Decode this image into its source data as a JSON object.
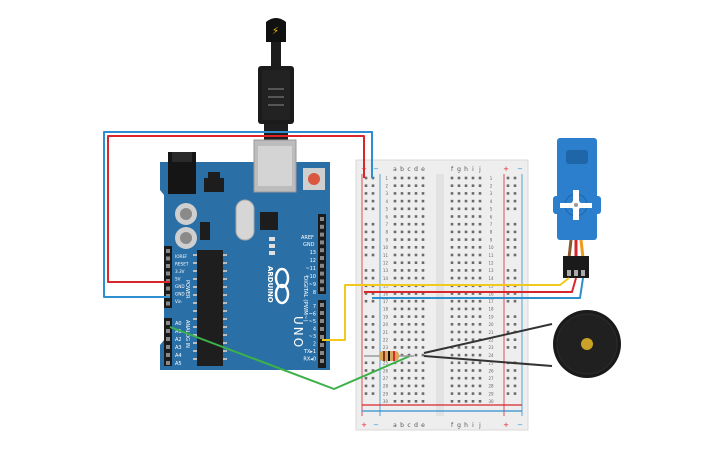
{
  "arduino": {
    "logo_text": "UNO",
    "brand_text": "ARDUINO",
    "digital_header": "DIGITAL (PWM~)",
    "power_header": "POWER",
    "analog_header": "ANALOG IN",
    "aref_label": "AREF",
    "gnd_label": "GND",
    "tx_label": "TX",
    "rx_label": "RX",
    "digital_pins": [
      "13",
      "12",
      "~11",
      "~10",
      "~9",
      "8",
      "7",
      "~6",
      "~5",
      "4",
      "~3",
      "2",
      "TX▸1",
      "RX◂0"
    ],
    "power_pins": [
      "IOREF",
      "RESET",
      "3.3V",
      "5V",
      "GND",
      "GND",
      "Vin"
    ],
    "analog_pins": [
      "A0",
      "A1",
      "A2",
      "A3",
      "A4",
      "A5"
    ]
  },
  "breadboard": {
    "col_letters_left": [
      "a",
      "b",
      "c",
      "d",
      "e"
    ],
    "col_letters_right": [
      "f",
      "g",
      "h",
      "i",
      "j"
    ],
    "rail_plus": "+",
    "rail_minus": "−",
    "row_numbers": [
      "1",
      "2",
      "3",
      "4",
      "5",
      "6",
      "7",
      "8",
      "9",
      "10",
      "11",
      "12",
      "13",
      "14",
      "15",
      "16",
      "17",
      "18",
      "19",
      "20",
      "21",
      "22",
      "23",
      "24",
      "25",
      "26",
      "27",
      "28",
      "29",
      "30"
    ]
  },
  "colors": {
    "board": "#2a6fa6",
    "board_dark": "#1e5784",
    "wire_red": "#d9262b",
    "wire_blue": "#2e8ecf",
    "wire_yellow": "#f2c81a",
    "wire_green": "#3cb14a",
    "wire_black": "#333333",
    "servo_blue": "#2b7fcc",
    "buzzer": "#1a1a1a"
  },
  "icons": {
    "usb_plug": "usb-plug-icon",
    "lightning": "lightning-icon"
  }
}
